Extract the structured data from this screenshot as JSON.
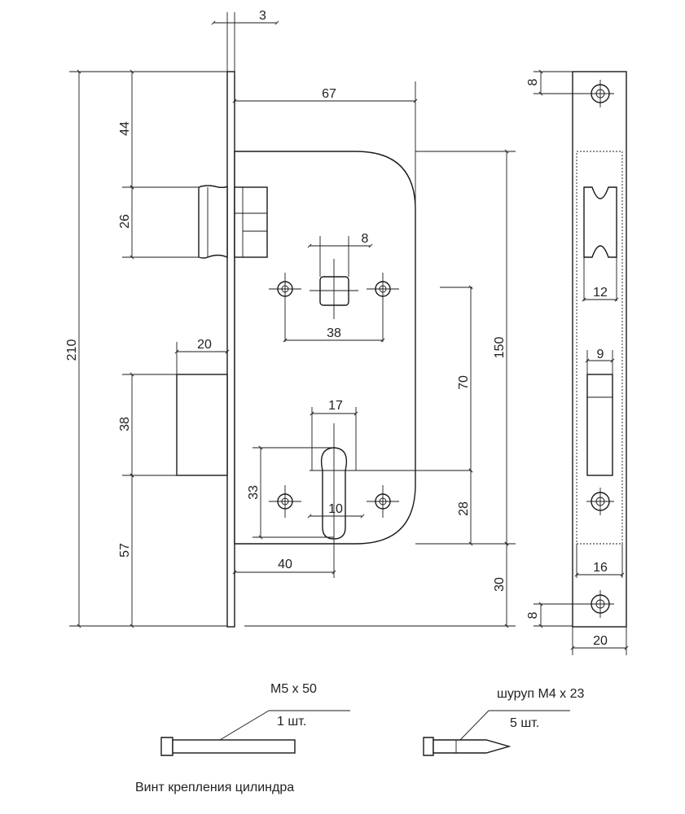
{
  "dimensions": {
    "faceplate_thickness": "3",
    "faceplate_height": "210",
    "top_to_latch": "44",
    "latch_height": "26",
    "backset": "67",
    "spindle_square": "8",
    "spindle_screw_spacing": "38",
    "deadbolt_width": "20",
    "deadbolt_height": "38",
    "bottom_to_deadbolt": "57",
    "case_height": "150",
    "spindle_to_cylinder": "70",
    "cylinder_width": "17",
    "cylinder_height": "33",
    "cylinder_hole": "10",
    "cylinder_to_case_bottom": "28",
    "cylinder_backset": "40",
    "case_to_faceplate_bottom": "30",
    "screw_offset_top": "8",
    "latch_slot_width": "12",
    "deadbolt_slot_width": "9",
    "slot_width": "16",
    "screw_offset_bottom": "8",
    "faceplate_width": "20"
  },
  "hardware": {
    "screw_size": "М5 x 50",
    "screw_qty": "1 шт.",
    "screw_caption": "Винт крепления цилиндра",
    "wood_screw_size": "шуруп М4 x 23",
    "wood_screw_qty": "5 шт."
  }
}
